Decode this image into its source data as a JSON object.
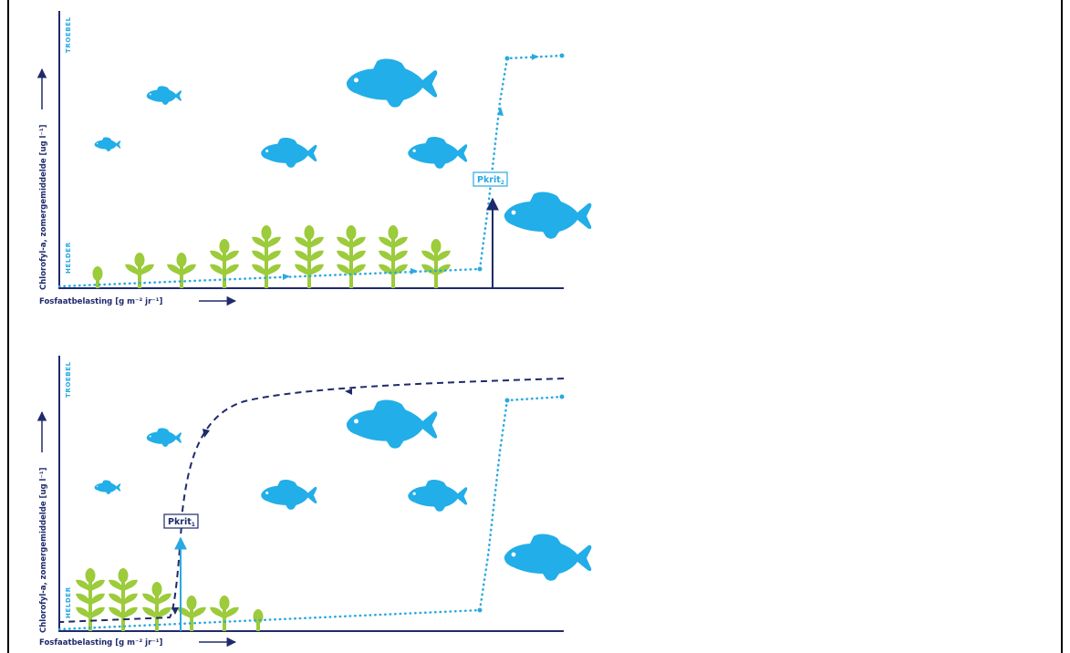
{
  "panels": [
    {
      "id": "top",
      "y_axis_label": "Chlorofyl-a, zomergemiddelde [ug l⁻¹]",
      "x_axis_label": "Fosfaatbelasting [g m⁻² jr⁻¹]",
      "top_label": "TROEBEL",
      "bottom_label": "HELDER",
      "threshold_label": "Pkrit",
      "threshold_sub": "2"
    },
    {
      "id": "bottom",
      "y_axis_label": "Chlorofyl-a, zomergemiddelde [ug l⁻¹]",
      "x_axis_label": "Fosfaatbelasting [g m⁻² jr⁻¹]",
      "top_label": "TROEBEL",
      "bottom_label": "HELDER",
      "threshold_label": "Pkrit",
      "threshold_sub": "1"
    }
  ],
  "colors": {
    "dark_navy": "#1f2a6b",
    "light_blue": "#2aa9e0",
    "fish_blue": "#22aee8",
    "plant_green": "#9ccb3b",
    "frame": "#000000"
  },
  "icons": {
    "fish": "fish-icon",
    "plant": "plant-icon"
  }
}
